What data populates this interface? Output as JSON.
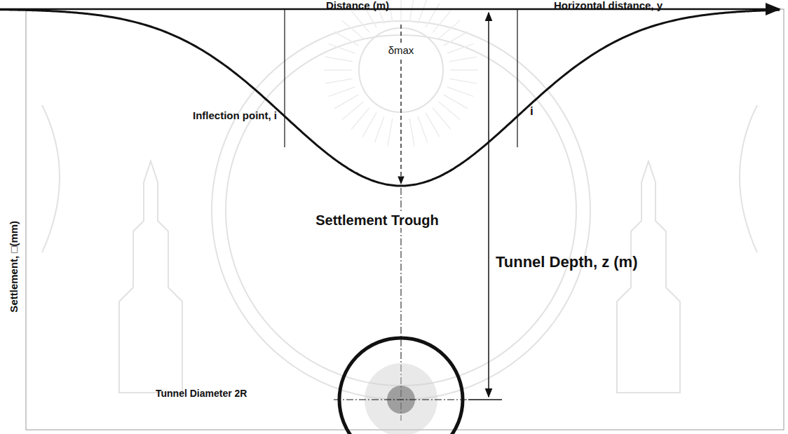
{
  "diagram": {
    "labels": [
      "Distance (m)",
      "Horizontal distance, y",
      "δmax",
      "Inflection point, i",
      "i",
      "Settlement Trough",
      "Tunnel Depth, z (m)",
      "Tunnel Diameter 2R",
      "Settlement, □(mm)"
    ]
  }
}
